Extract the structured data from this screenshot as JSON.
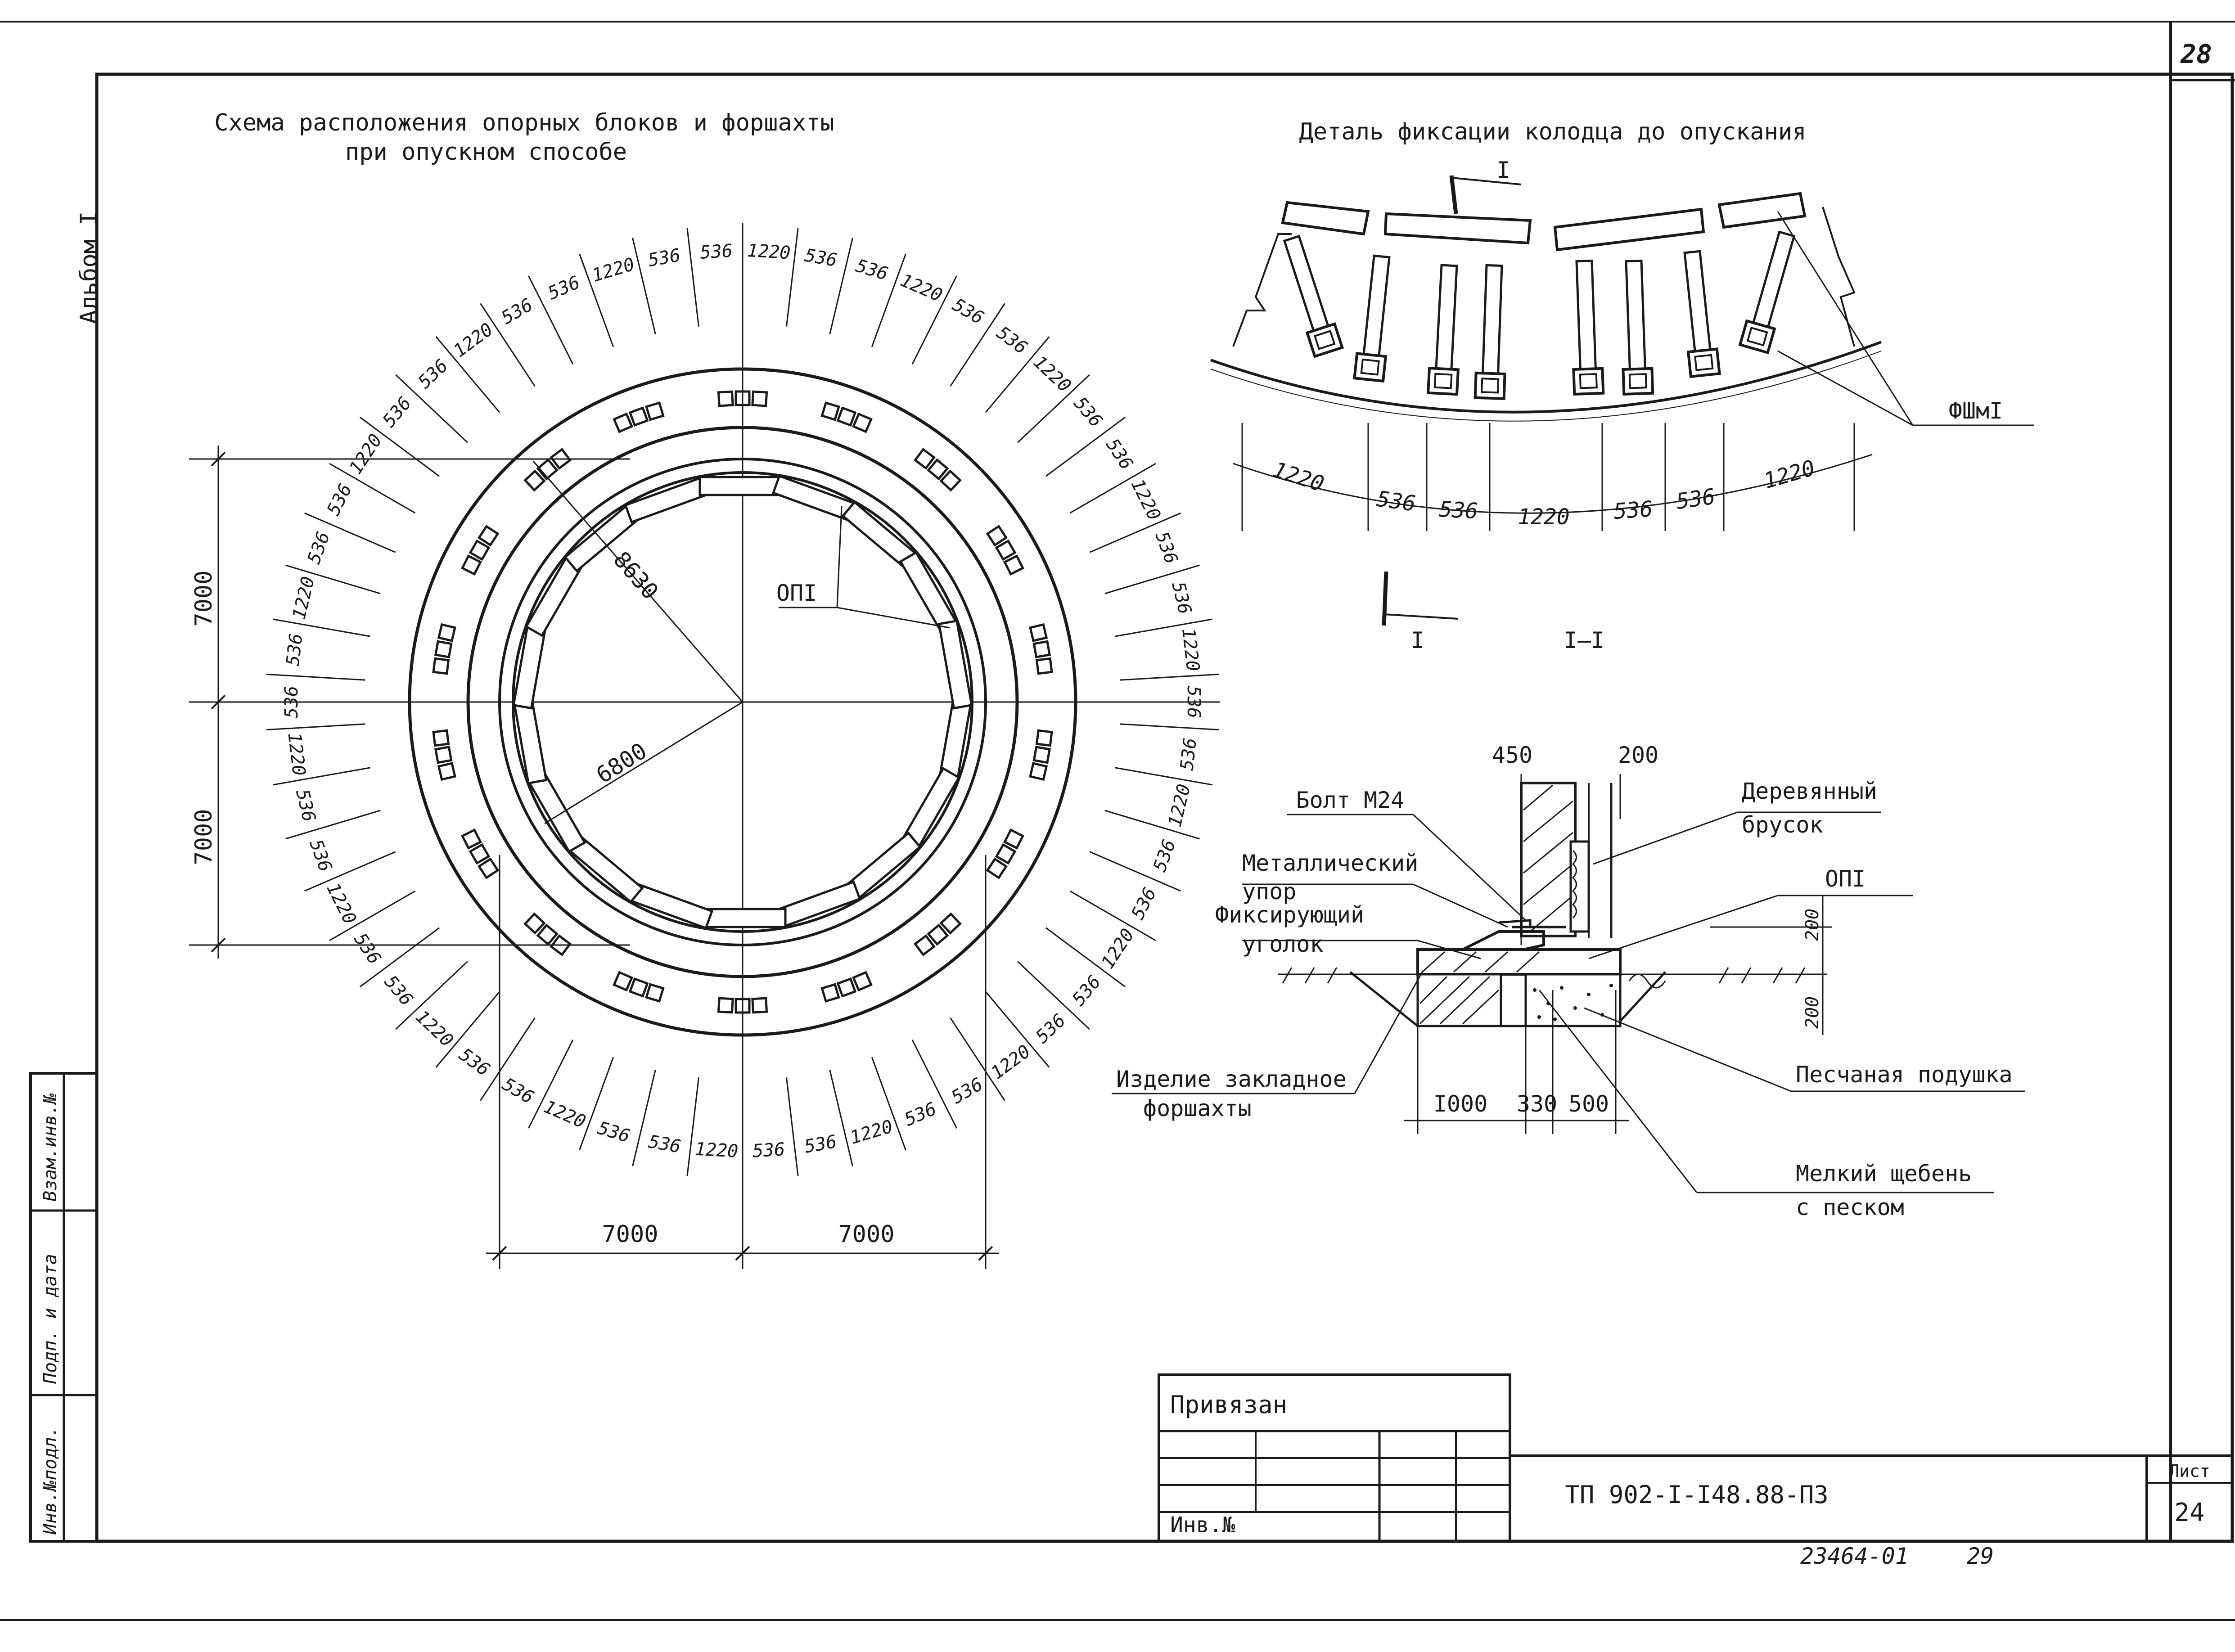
{
  "page_number": "28",
  "album_label": "Альбом I",
  "left_title_line1": "Схема расположения опорных блоков и форшахты",
  "left_title_line2": "при опускном способе",
  "right_title": "Деталь фиксации колодца до опускания",
  "dims": {
    "radius_outer": "8630",
    "radius_inner": "6800",
    "left_top": "7000",
    "left_bottom": "7000",
    "bottom_left": "7000",
    "bottom_right": "7000",
    "block_label": "ОПI"
  },
  "ring_dims": [
    "1220",
    "536",
    "536",
    "1220",
    "536",
    "536",
    "1220",
    "536",
    "536",
    "1220",
    "536",
    "536",
    "1220",
    "536",
    "536",
    "1220",
    "536",
    "536",
    "1220",
    "536",
    "536",
    "1220",
    "536",
    "536",
    "1220",
    "536",
    "536",
    "1220",
    "536",
    "536",
    "1220",
    "536",
    "536",
    "1220",
    "536",
    "536",
    "1220",
    "536",
    "536",
    "1220",
    "536",
    "536",
    "1220",
    "536",
    "536",
    "1220",
    "536",
    "536",
    "1220",
    "536",
    "536",
    "1220",
    "536",
    "536"
  ],
  "detail": {
    "section_mark": "I",
    "section_mark_bottom": "I",
    "section_label": "I–I",
    "fsh_label": "ФШмI",
    "arc_dims": [
      "1220",
      "536",
      "536",
      "1220",
      "536",
      "536",
      "1220"
    ]
  },
  "section": {
    "dim_450": "450",
    "dim_200": "200",
    "dim_200_v1": "200",
    "dim_200_v2": "200",
    "dim_1000": "I000",
    "dim_330": "330",
    "dim_500": "500",
    "bolt": "Болт М24",
    "stop_line1": "Металлический",
    "stop_line2": "упор",
    "angle_line1": "Фиксирующий",
    "angle_line2": "уголок",
    "wood_line1": "Деревянный",
    "wood_line2": "брусок",
    "opi": "ОПI",
    "embed_line1": "Изделие закладное",
    "embed_line2": "форшахты",
    "sand": "Песчаная подушка",
    "gravel_line1": "Мелкий щебень",
    "gravel_line2": "с песком"
  },
  "title_block": {
    "privyazan": "Привязан",
    "inv": "Инв.№",
    "doc_code": "ТП 902-I-I48.88-ПЗ",
    "sheet_label": "Лист",
    "sheet_number": "24",
    "footer_code": "23464-01",
    "footer_num": "29"
  },
  "side_stamp": {
    "vzam": "Взам.инв.№",
    "podp": "Подп. и дата",
    "invpodl": "Инв.№подл."
  }
}
